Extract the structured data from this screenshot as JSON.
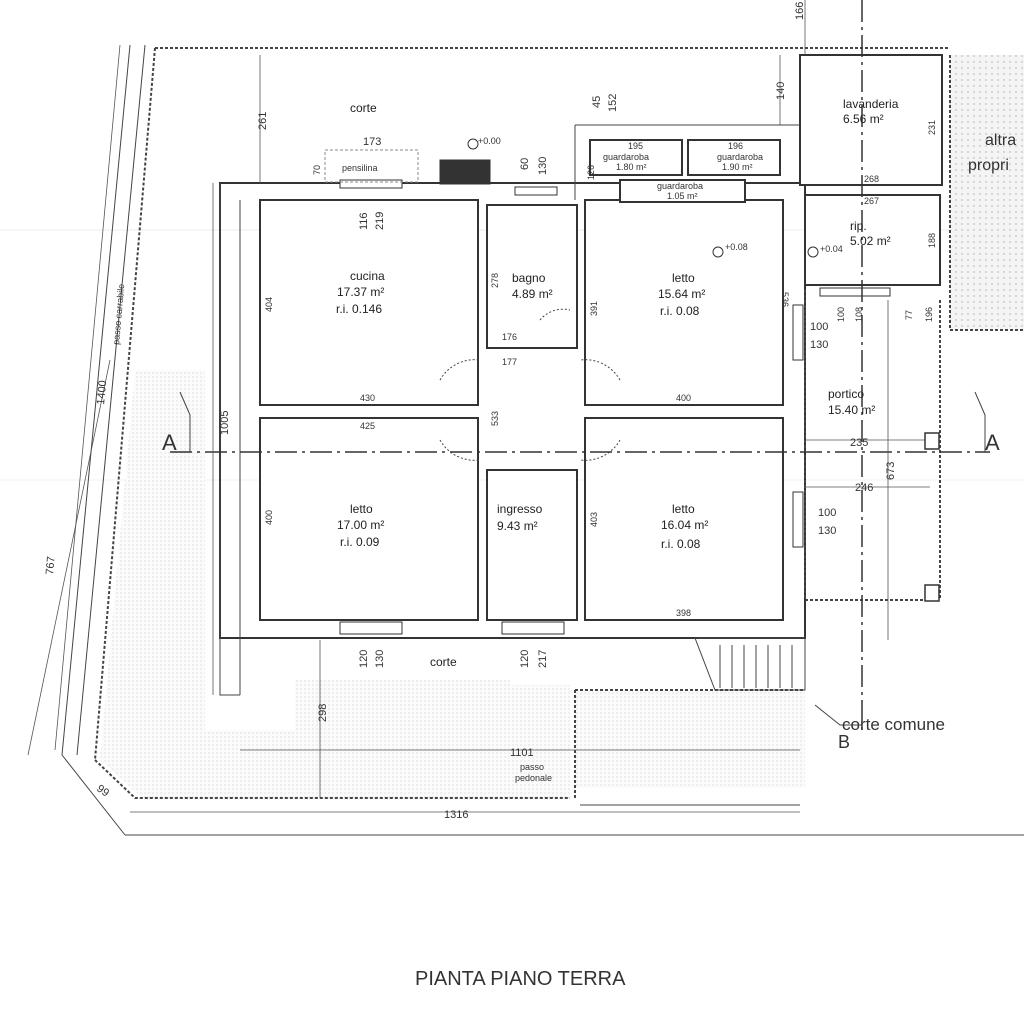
{
  "title": "PIANTA PIANO TERRA",
  "rooms": {
    "cucina": {
      "name": "cucina",
      "area": "17.37 m²",
      "ri": "r.i. 0.146"
    },
    "bagno": {
      "name": "bagno",
      "area": "4.89 m²"
    },
    "letto_ne": {
      "name": "letto",
      "area": "15.64 m²",
      "ri": "r.i. 0.08"
    },
    "letto_sw": {
      "name": "letto",
      "area": "17.00 m²",
      "ri": "r.i. 0.09"
    },
    "ingresso": {
      "name": "ingresso",
      "area": "9.43 m²"
    },
    "letto_se": {
      "name": "letto",
      "area": "16.04 m²",
      "ri": "r.i. 0.08"
    },
    "lavanderia": {
      "name": "lavanderia",
      "area": "6.56 m²"
    },
    "rip": {
      "name": "rip.",
      "area": "5.02 m²"
    },
    "portico": {
      "name": "portico",
      "area": "15.40 m²"
    },
    "guardaroba1": {
      "name": "guardaroba",
      "area": "1.80 m²",
      "dim": "195"
    },
    "guardaroba2": {
      "name": "guardaroba",
      "area": "1.90 m²",
      "dim": "196"
    },
    "guardaroba3": {
      "name": "guardaroba",
      "area": "1.05 m²"
    }
  },
  "labels": {
    "corte_top": "corte",
    "corte_bottom": "corte",
    "corte_comune": "corte comune",
    "pensilina": "pensilina",
    "passo_carrabile": "passo carrabile",
    "passo_pedonale_1": "passo",
    "passo_pedonale_2": "pedonale",
    "altra_1": "altra",
    "altra_2": "propri",
    "section_a": "A",
    "section_b": "B"
  },
  "levels": {
    "l0": "+0.00",
    "l1": "+0.08",
    "l2": "+0.04"
  },
  "dimensions": {
    "d261": "261",
    "d173": "173",
    "d70": "70",
    "d116": "116",
    "d219": "219",
    "d60": "60",
    "d130a": "130",
    "d45": "45",
    "d152": "152",
    "d140": "140",
    "d166": "166",
    "d126": "126",
    "d231": "231",
    "d268": "268",
    "d267": "267",
    "d188": "188",
    "d404": "404",
    "d278": "278",
    "d176": "176",
    "d177": "177",
    "d391": "391",
    "d536": "536",
    "d100a": "100",
    "d108": "108",
    "d77": "77",
    "d196": "196",
    "d100b": "100",
    "d130b": "130",
    "d430": "430",
    "d425": "425",
    "d533": "533",
    "d400a": "400",
    "d1005": "1005",
    "d235": "235",
    "d246": "246",
    "d673": "673",
    "d400b": "400",
    "d403": "403",
    "d100c": "100",
    "d130c": "130",
    "d398": "398",
    "d120a": "120",
    "d130d": "130",
    "d120b": "120",
    "d217": "217",
    "d298": "298",
    "d1101": "1101",
    "d1400": "1400",
    "d767": "767",
    "d99": "99",
    "d1316": "1316"
  }
}
